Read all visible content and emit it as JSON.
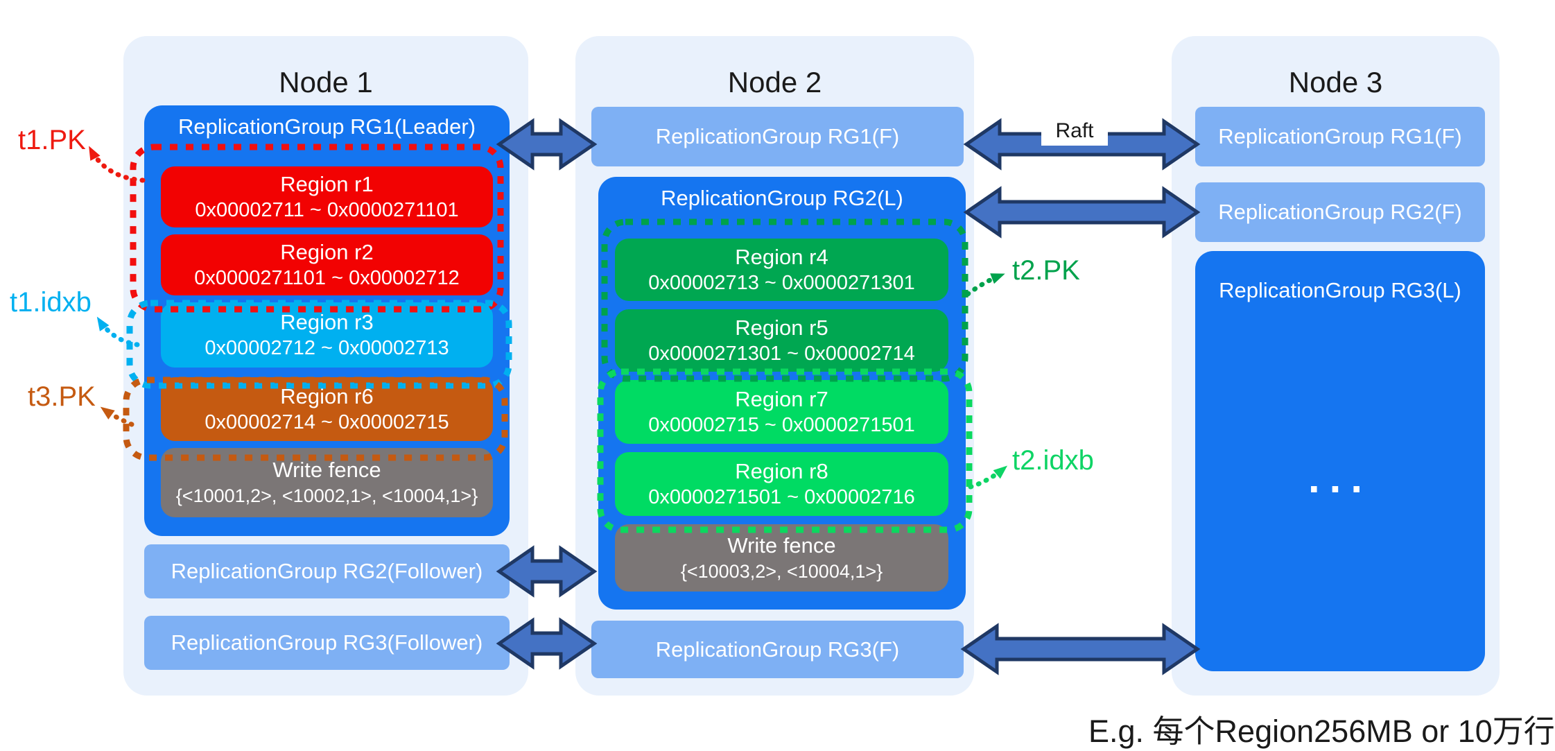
{
  "caption": "E.g. 每个Region256MB or 10万行",
  "raft_label": "Raft",
  "annotations": {
    "t1_pk": "t1.PK",
    "t1_idxb": "t1.idxb",
    "t3_pk": "t3.PK",
    "t2_pk": "t2.PK",
    "t2_idxb": "t2.idxb"
  },
  "colors": {
    "panel_bg": "#E9F1FC",
    "leader_blue": "#1575F0",
    "follower_blue": "#7EB0F4",
    "region_red": "#F20202",
    "region_cyan": "#00B0F0",
    "region_orange": "#C55A11",
    "region_green": "#00A751",
    "region_bright_green": "#00DB63",
    "write_fence_gray": "#7B7676",
    "arrow_fill": "#4472C4",
    "arrow_border": "#1F3864",
    "label_red": "#EE1A10",
    "label_cyan": "#00B0F0",
    "label_orange": "#C55A11",
    "label_green": "#00A24C",
    "label_bright_green": "#0ED465"
  },
  "nodes": [
    {
      "title": "Node 1",
      "groups": [
        {
          "name": "ReplicationGroup RG1(Leader)",
          "role": "leader",
          "regions": [
            {
              "title": "Region r1",
              "range": "0x00002711 ~ 0x0000271101"
            },
            {
              "title": "Region r2",
              "range": "0x0000271101 ~ 0x00002712"
            },
            {
              "title": "Region r3",
              "range": "0x00002712 ~ 0x00002713"
            },
            {
              "title": "Region r6",
              "range": "0x00002714 ~ 0x00002715"
            }
          ],
          "write_fence": {
            "title": "Write fence",
            "set": "{<10001,2>, <10002,1>, <10004,1>}"
          }
        },
        {
          "name": "ReplicationGroup RG2(Follower)",
          "role": "follower"
        },
        {
          "name": "ReplicationGroup RG3(Follower)",
          "role": "follower"
        }
      ]
    },
    {
      "title": "Node 2",
      "groups": [
        {
          "name": "ReplicationGroup RG1(F)",
          "role": "follower"
        },
        {
          "name": "ReplicationGroup RG2(L)",
          "role": "leader",
          "regions": [
            {
              "title": "Region r4",
              "range": "0x00002713 ~ 0x0000271301"
            },
            {
              "title": "Region r5",
              "range": "0x0000271301 ~ 0x00002714"
            },
            {
              "title": "Region r7",
              "range": "0x00002715 ~ 0x0000271501"
            },
            {
              "title": "Region r8",
              "range": "0x0000271501 ~ 0x00002716"
            }
          ],
          "write_fence": {
            "title": "Write fence",
            "set": "{<10003,2>, <10004,1>}"
          }
        },
        {
          "name": "ReplicationGroup RG3(F)",
          "role": "follower"
        }
      ]
    },
    {
      "title": "Node 3",
      "groups": [
        {
          "name": "ReplicationGroup RG1(F)",
          "role": "follower"
        },
        {
          "name": "ReplicationGroup RG2(F)",
          "role": "follower"
        },
        {
          "name": "ReplicationGroup RG3(L)",
          "role": "leader",
          "ellipsis": "..."
        }
      ]
    }
  ]
}
